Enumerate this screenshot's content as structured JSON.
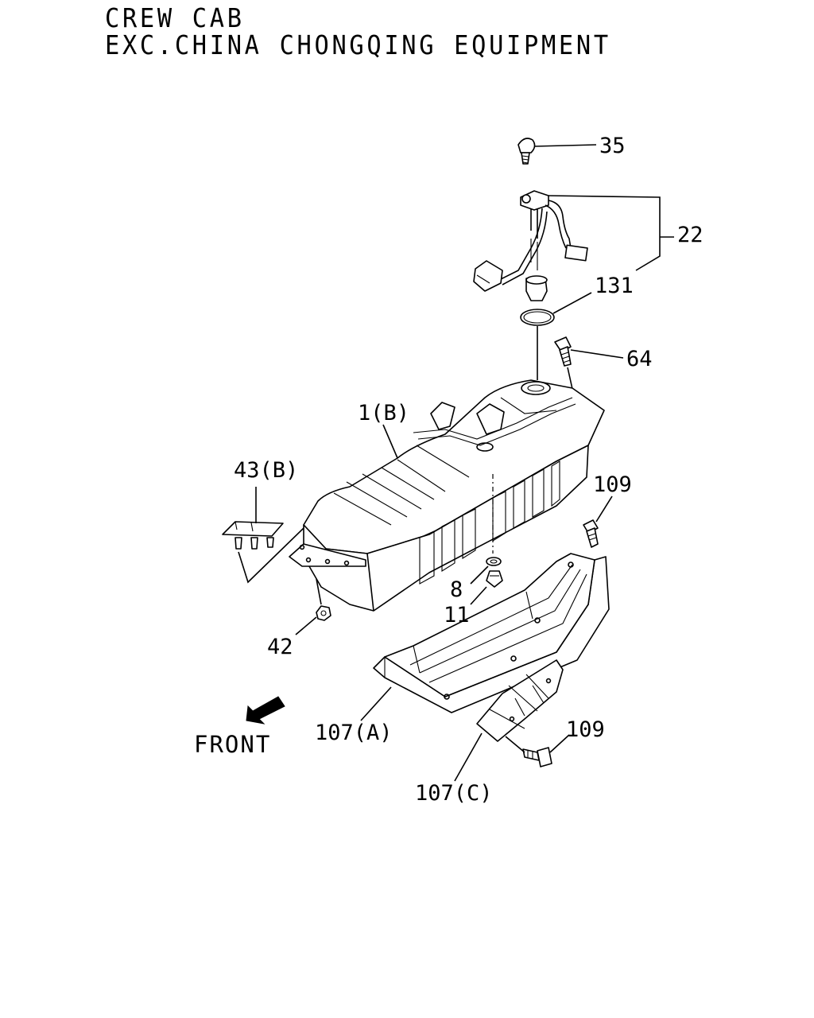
{
  "header": {
    "line1": "CREW CAB",
    "line2": "EXC.CHINA CHONGQING EQUIPMENT"
  },
  "callouts": {
    "c35": "35",
    "c22": "22",
    "c131": "131",
    "c64": "64",
    "c1b": "1(B)",
    "c43b": "43(B)",
    "c109a": "109",
    "c8": "8",
    "c11": "11",
    "c42": "42",
    "c107a": "107(A)",
    "c109b": "109",
    "c107c": "107(C)"
  },
  "direction": {
    "label": "FRONT"
  }
}
